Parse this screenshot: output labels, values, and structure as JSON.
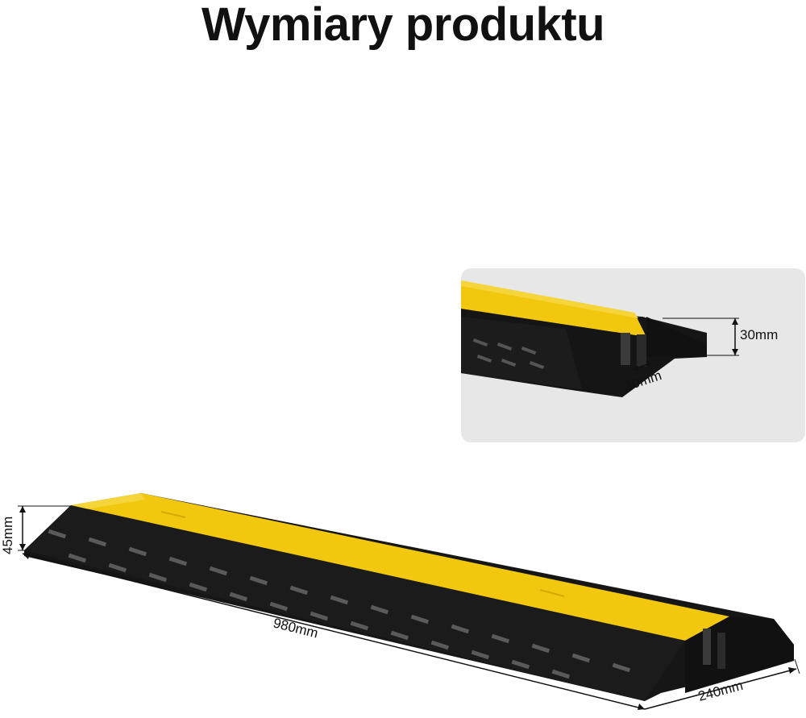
{
  "title": "Wymiary produktu",
  "colors": {
    "yellow": "#f2c80f",
    "black": "#151515",
    "inset_bg": "#e7e7e7"
  },
  "dimensions": {
    "height": "45mm",
    "length": "980mm",
    "width": "240mm",
    "channel_height": "30mm",
    "channel_width": "30mm"
  }
}
